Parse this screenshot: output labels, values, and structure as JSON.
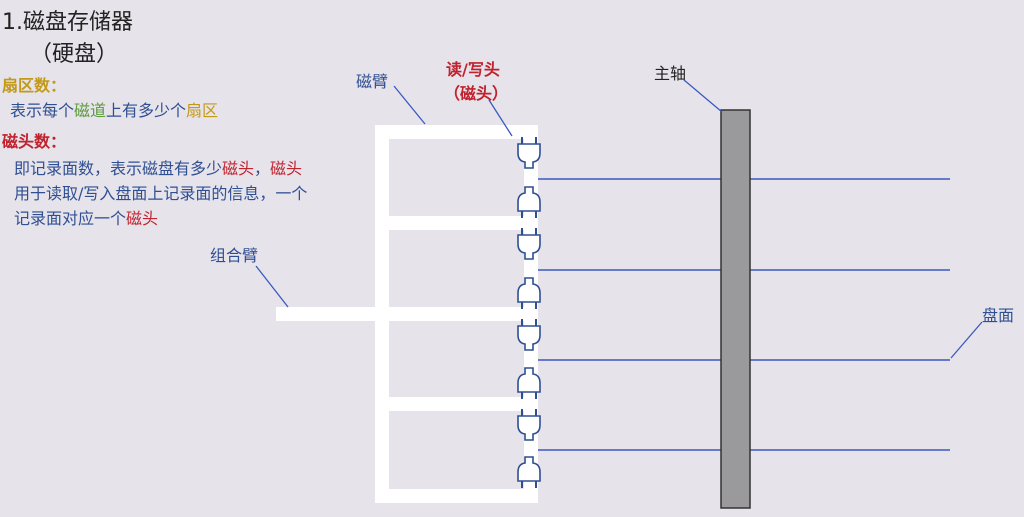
{
  "title": "1.磁盘存储器",
  "subtitle": "（硬盘）",
  "colors": {
    "sector": "#c39a18",
    "head": "#c0222e",
    "track": "#5a9a3a",
    "body_text": "#2f4f93",
    "platter_line": "#3a59c0",
    "spindle": "#9a999b"
  },
  "sector_section": {
    "heading": "扇区数：",
    "desc_prefix": "表示每个",
    "desc_track": "磁道",
    "desc_middle": "上有多少个",
    "desc_sector": "扇区"
  },
  "head_section": {
    "heading": "磁头数：",
    "line1_a": "即记录面数，表示磁盘有多少",
    "line1_b": "磁头",
    "line1_c": "，",
    "line1_d": "磁头",
    "line2": "用于读取/写入盘面上记录面的信息，一个",
    "line3_a": "记录面对应一个",
    "line3_b": "磁头"
  },
  "labels": {
    "arm": "磁臂",
    "read_write_line1": "读/写头",
    "read_write_line2": "（磁头）",
    "spindle": "主轴",
    "combo_arm": "组合臂",
    "platter": "盘面"
  },
  "diagram": {
    "platter_count": 4,
    "head_count": 8,
    "head_icon": "plug-shaped-head-icon"
  }
}
